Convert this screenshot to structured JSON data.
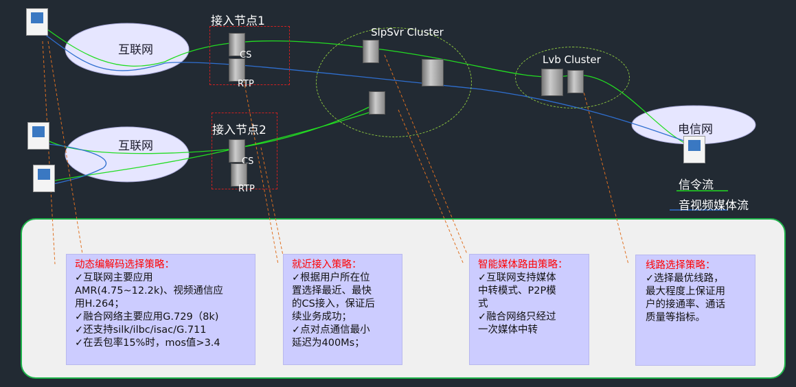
{
  "clouds": {
    "internet1": "互联网",
    "internet2": "互联网",
    "telecom": "电信网"
  },
  "nodes": {
    "access1": {
      "title": "接入节点1",
      "cs": "CS",
      "rtp": "RTP"
    },
    "access2": {
      "title": "接入节点2",
      "cs": "CS",
      "rtp": "RTP"
    },
    "slpsvr": "SlpSvr  Cluster",
    "lvb": "Lvb Cluster"
  },
  "legend": {
    "signaling": "信令流",
    "media": "音视频媒体流"
  },
  "colors": {
    "signaling": "#22dd22",
    "media": "#2f6fd0",
    "callout": "#e07020"
  },
  "boxes": [
    {
      "title": "动态编解码选择策略：",
      "lines": [
        "✓互联网主要应用",
        "AMR(4.75~12.2k)、视频通信应",
        "用H.264；",
        "✓融合网络主要应用G.729（8k)",
        "✓还支持silk/ilbc/isac/G.711",
        "✓在丢包率15%时，mos值>3.4"
      ]
    },
    {
      "title": "就近接入策略：",
      "lines": [
        "✓根据用户所在位",
        "置选择最近、最快",
        "的CS接入，保证后",
        "续业务成功；",
        "✓点对点通信最小",
        "延迟为400Ms；"
      ]
    },
    {
      "title": "智能媒体路由策略：",
      "lines": [
        "✓互联网支持媒体",
        "中转模式、P2P模",
        "式",
        "✓融合网络只经过",
        "一次媒体中转"
      ]
    },
    {
      "title": "线路选择策略：",
      "lines": [
        "✓选择最优线路，",
        "最大程度上保证用",
        "户的接通率、通话",
        "质量等指标。"
      ]
    }
  ]
}
